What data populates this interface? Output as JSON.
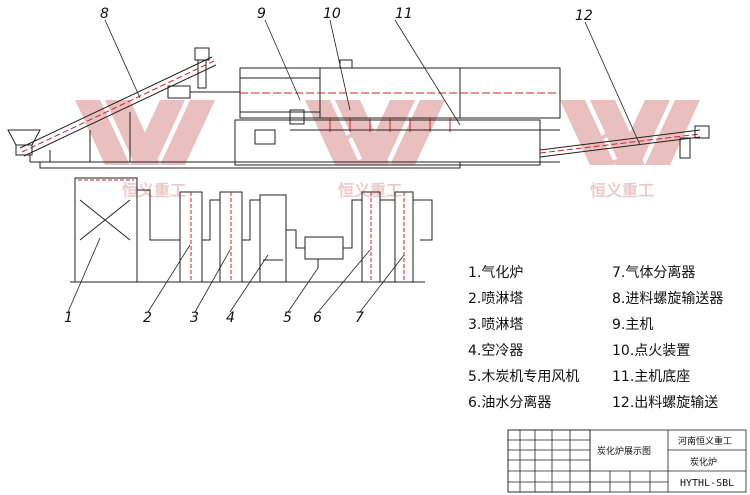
{
  "callouts": [
    "1",
    "2",
    "3",
    "4",
    "5",
    "6",
    "7",
    "8",
    "9",
    "10",
    "11",
    "12"
  ],
  "legend": [
    {
      "num": "1.",
      "label": "气化炉"
    },
    {
      "num": "2.",
      "label": "喷淋塔"
    },
    {
      "num": "3.",
      "label": "喷淋塔"
    },
    {
      "num": "4.",
      "label": "空冷器"
    },
    {
      "num": "5.",
      "label": "木炭机专用风机"
    },
    {
      "num": "6.",
      "label": "油水分离器"
    },
    {
      "num": "7.",
      "label": "气体分离器"
    },
    {
      "num": "8.",
      "label": "进料螺旋输送器"
    },
    {
      "num": "9.",
      "label": "主机"
    },
    {
      "num": "10.",
      "label": "点火装置"
    },
    {
      "num": "11.",
      "label": "主机底座"
    },
    {
      "num": "12.",
      "label": "出料螺旋输送"
    }
  ],
  "watermark": "恒义重工",
  "title_block": {
    "drawing_name": "炭化炉展示图",
    "company": "河南恒义重工",
    "product": "炭化炉",
    "model": "HYTHL-SBL"
  },
  "colors": {
    "line": "#222222",
    "red": "#d22222",
    "watermark": "#d98c8c"
  }
}
